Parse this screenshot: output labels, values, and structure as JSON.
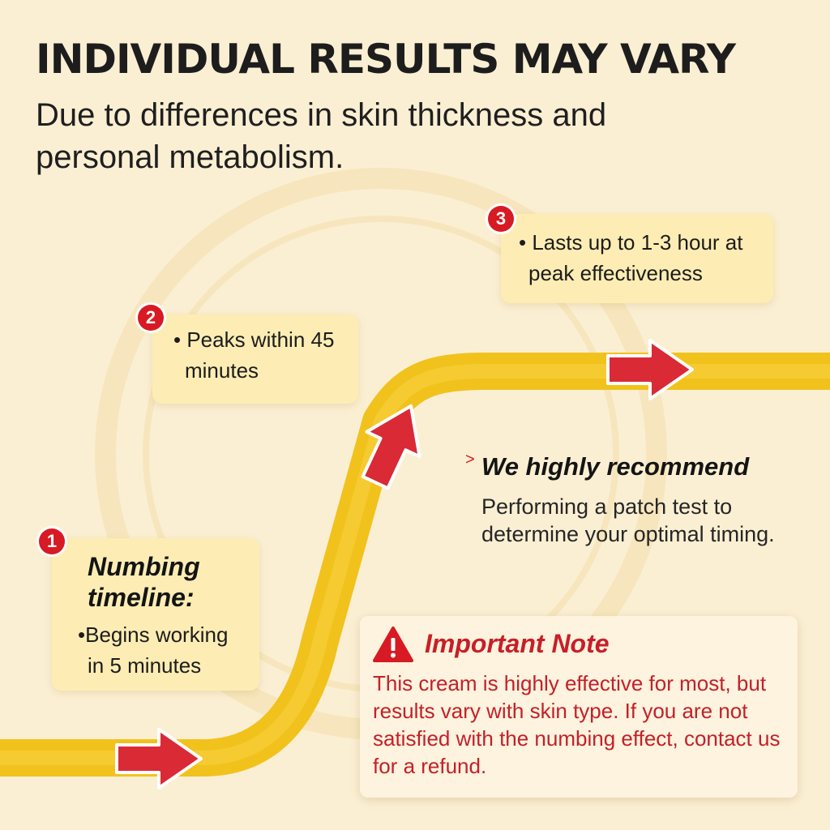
{
  "header": {
    "title": "INDIVIDUAL RESULTS MAY VARY",
    "subtitle": "Due to differences in skin thickness and personal metabolism."
  },
  "steps": [
    {
      "badge": "1",
      "title": "Numbing timeline:",
      "bullet": "•Begins working",
      "bullet_cont": "in 5 minutes"
    },
    {
      "badge": "2",
      "bullet": "• Peaks within 45",
      "bullet_cont": "minutes"
    },
    {
      "badge": "3",
      "bullet": "• Lasts up to 1-3 hour at",
      "bullet_cont": "peak effectiveness"
    }
  ],
  "recommendation": {
    "marker": ">",
    "title": "We highly recommend",
    "text": "Performing a patch test to determine your optimal timing."
  },
  "note": {
    "icon": "warning-icon",
    "title": "Important Note",
    "text": "This cream is highly effective for most, but results vary with skin type. If you are not satisfied with the numbing effect, contact us for a refund."
  },
  "colors": {
    "background": "#fbefd3",
    "path": "#f2c21c",
    "arrow": "#d92a35",
    "badge": "#d71a23",
    "card": "#fdedb4",
    "note_text": "#c3202b"
  }
}
